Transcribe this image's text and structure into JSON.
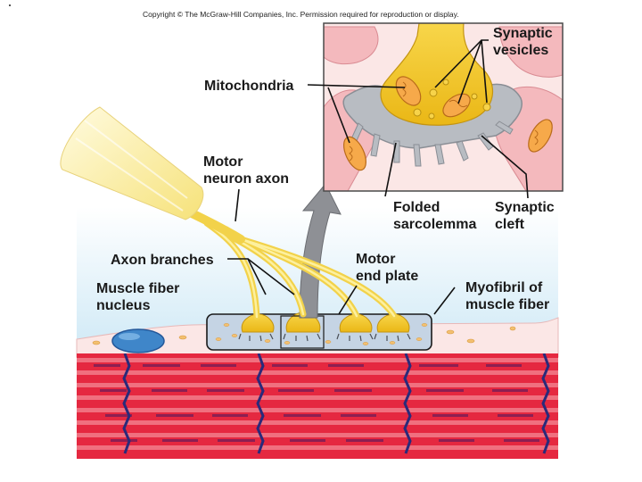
{
  "copyright": "Copyright © The McGraw-Hill Companies, Inc. Permission required for reproduction or display.",
  "labels": {
    "synaptic_vesicles": [
      "Synaptic",
      "vesicles"
    ],
    "mitochondria": "Mitochondria",
    "motor_neuron_axon": [
      "Motor",
      "neuron axon"
    ],
    "folded_sarcolemma": [
      "Folded",
      "sarcolemma"
    ],
    "synaptic_cleft": [
      "Synaptic",
      "cleft"
    ],
    "axon_branches": "Axon branches",
    "motor_end_plate": [
      "Motor",
      "end plate"
    ],
    "muscle_fiber_nucleus": [
      "Muscle fiber",
      "nucleus"
    ],
    "myofibril": [
      "Myofibril of",
      "muscle fiber"
    ]
  },
  "colors": {
    "axon": "#f7e27a",
    "terminal": "#f2c81e",
    "cleft": "#b8bcc2",
    "muscle_pink": "#f4b9bd",
    "myofibril_red": "#e3223c",
    "z_line": "#2a2a7a",
    "nucleus": "#3f86c9"
  }
}
